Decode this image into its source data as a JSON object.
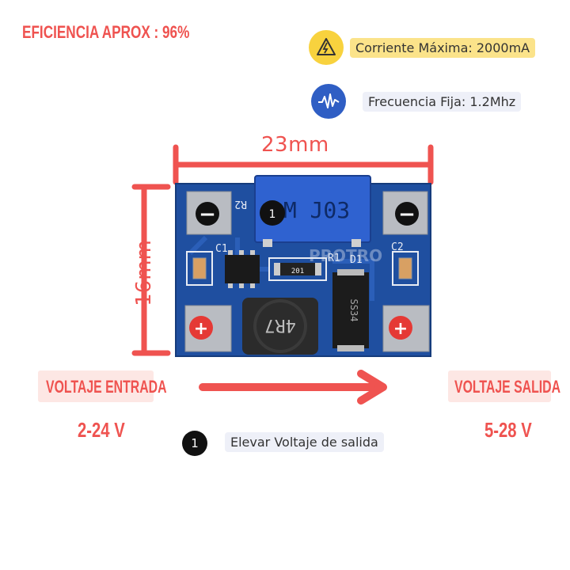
{
  "efficiency": "EFICIENCIA APROX : 96%",
  "max_current": "Corriente Máxima: 2000mA",
  "frequency": "Frecuencia Fija: 1.2Mhz",
  "width_label": "23mm",
  "height_label": "16mm",
  "input_label": "VOLTAJE ENTRADA",
  "input_voltage": "2-24 V",
  "output_label": "VOLTAJE SALIDA",
  "output_voltage": "5-28 V",
  "legend": {
    "number": "1",
    "text": "Elevar  Voltaje de salida"
  },
  "board": {
    "marker_number": "1",
    "pot_text": "M J03",
    "inductor_text": "4R7",
    "diode_text": "SS34",
    "chip_text": "201",
    "silkscreen": [
      "R2",
      "C1",
      "R1",
      "D1",
      "C2"
    ],
    "watermark": "PROTRO",
    "minus_symbol": "−",
    "plus_symbol": "+"
  },
  "colors": {
    "accent": "#ef5350",
    "pcb": "#1f4fa0",
    "pot": "#2f62d0",
    "warning": "#f8d23e",
    "wave": "#2f5ec4"
  },
  "icons": {
    "warning": "warning-bolt-icon",
    "frequency": "wave-icon",
    "arrow": "right-arrow-icon"
  }
}
